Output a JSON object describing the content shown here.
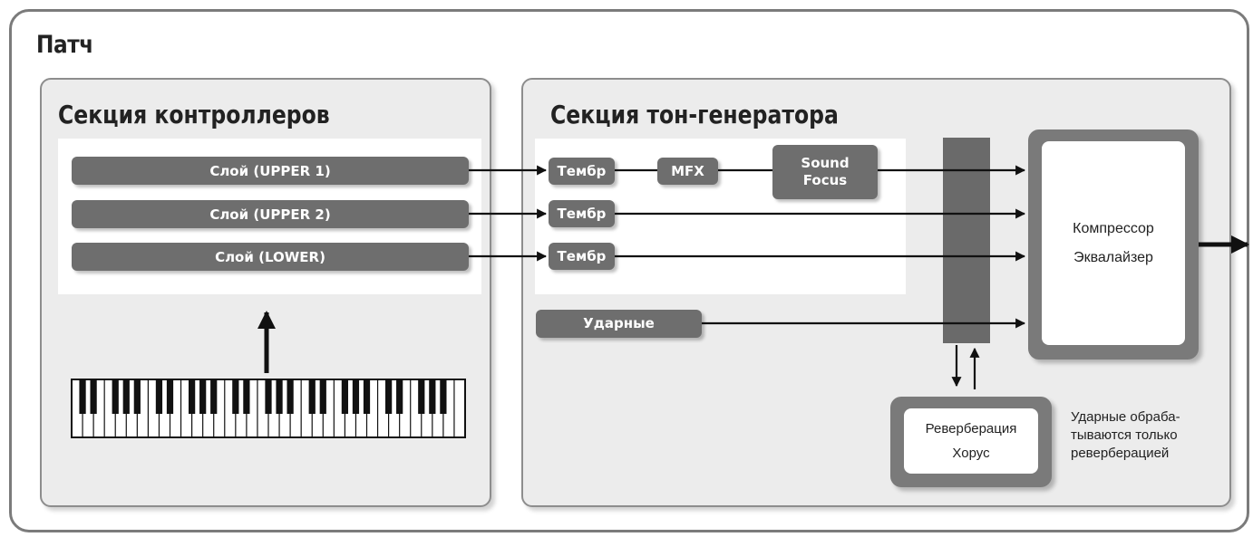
{
  "patch": {
    "title": "Патч"
  },
  "controller_section": {
    "title": "Секция контроллеров",
    "layers": [
      {
        "label": "Слой (UPPER 1)"
      },
      {
        "label": "Слой (UPPER 2)"
      },
      {
        "label": "Слой (LOWER)"
      }
    ]
  },
  "tone_section": {
    "title": "Секция тон-генератора",
    "tone_label": "Тембр",
    "mfx_label": "MFX",
    "sound_focus": {
      "line1": "Sound",
      "line2": "Focus"
    },
    "drums_label": "Ударные"
  },
  "master_fx": {
    "line1": "Компрессор",
    "line2": "Эквалайзер"
  },
  "reverb_chorus": {
    "line1": "Реверберация",
    "line2": "Хорус"
  },
  "drums_note": {
    "line1": "Ударные обраба-",
    "line2": "тываются только",
    "line3": "реверберацией"
  },
  "colors": {
    "block": "#6e6e6e",
    "panel": "#ececec",
    "border": "#8d8d8d",
    "line": "#111111"
  }
}
